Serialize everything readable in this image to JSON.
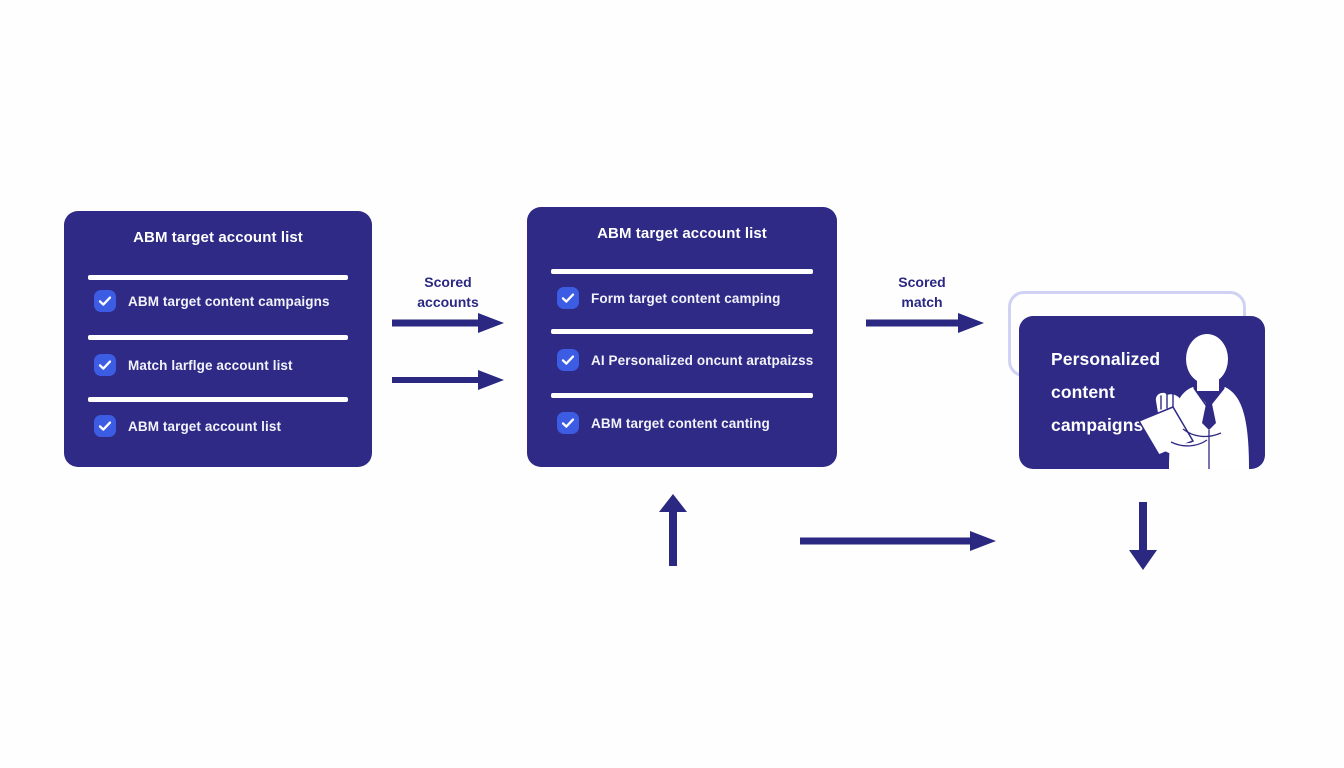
{
  "diagram": {
    "title": "ABM personalized content campaign flow",
    "colors": {
      "card_background": "#2e2a86",
      "checkbox": "#3d5ce4",
      "arrow": "#2a2880",
      "ghost_outline": "#cfd2f2",
      "canvas": "#ffffff",
      "text_on_card": "#ffffff"
    }
  },
  "cards": [
    {
      "id": "card-one",
      "title": "ABM target account list",
      "rows": [
        {
          "label": "ABM target content campaigns",
          "checked": true
        },
        {
          "label": "Match larflge account list",
          "checked": true
        },
        {
          "label": "ABM target account list",
          "checked": true
        }
      ]
    },
    {
      "id": "card-two",
      "title": "ABM target account list",
      "rows": [
        {
          "label": "Form target content camping",
          "checked": true
        },
        {
          "label": "AI Personalized oncunt aratpaizss",
          "checked": true
        },
        {
          "label": "ABM target content canting",
          "checked": true
        }
      ]
    }
  ],
  "outcome": {
    "line_one": "Personalized",
    "line_two": "content",
    "line_three": "campaigns",
    "illustration": "person-with-tablet"
  },
  "connectors": [
    {
      "id": "scored-accounts",
      "label": "Scored accounts",
      "label_line_one": "Scored",
      "label_line_two": "accounts",
      "direction": "right"
    },
    {
      "id": "scored-accounts-secondary",
      "label": "",
      "direction": "right"
    },
    {
      "id": "scored-match",
      "label": "Scored match",
      "label_line_one": "Scored",
      "label_line_two": "match",
      "direction": "right"
    },
    {
      "id": "feedback-up",
      "label": "",
      "direction": "up"
    },
    {
      "id": "feedback-right",
      "label": "",
      "direction": "right"
    },
    {
      "id": "outcome-down",
      "label": "",
      "direction": "down"
    }
  ]
}
